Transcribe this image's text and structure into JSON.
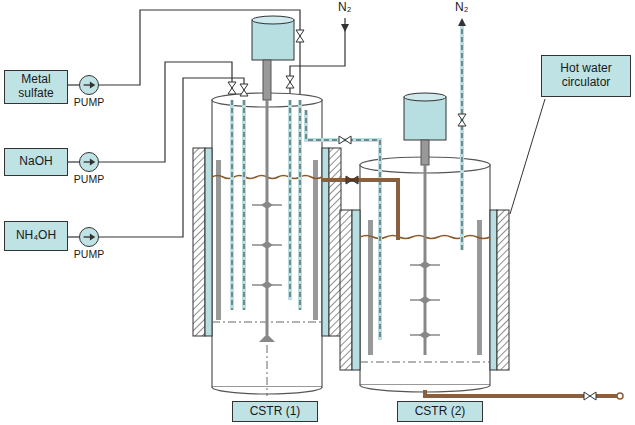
{
  "diagram": {
    "nodes": [
      {
        "text": [
          "Metal sulfate"
        ]
      },
      {
        "text": [
          "PUMP"
        ]
      },
      {
        "text": [
          "NaOH"
        ]
      },
      {
        "text": [
          "PUMP"
        ]
      },
      {
        "text": [
          "NH₄OH"
        ]
      },
      {
        "text": [
          "PUMP"
        ]
      },
      {
        "text": [
          "Hot water circulator"
        ]
      },
      {
        "text": [
          "CSTR (1)"
        ]
      },
      {
        "text": [
          "CSTR (2)"
        ]
      }
    ],
    "edges": [
      {
        "from": 0,
        "to": 1,
        "arrow": "none"
      },
      {
        "from": 2,
        "to": 3,
        "arrow": "none"
      },
      {
        "from": 4,
        "to": 5,
        "arrow": "none"
      }
    ],
    "labels": [
      "N₂",
      "N₂"
    ]
  }
}
